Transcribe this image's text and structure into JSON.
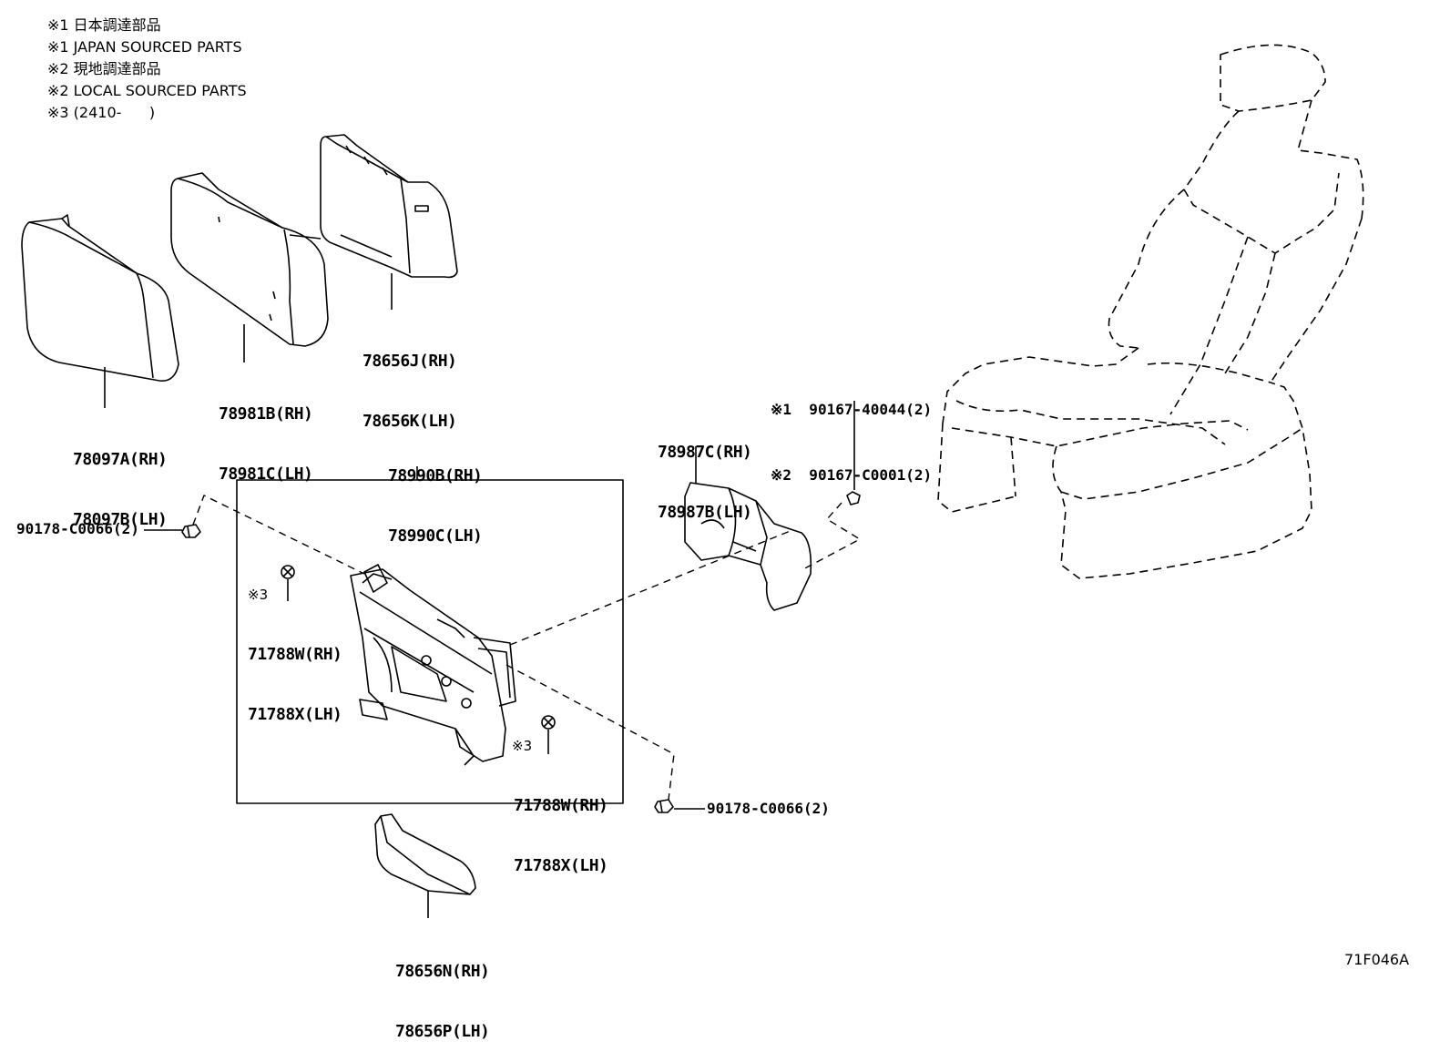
{
  "notes": [
    "※1 日本調達部品",
    "※1 JAPAN SOURCED PARTS",
    "※2 現地調達部品",
    "※2 LOCAL SOURCED PARTS",
    "※3 (2410-      )"
  ],
  "parts": {
    "p78097": [
      "78097A(RH)",
      "78097B(LH)"
    ],
    "p78981": [
      "78981B(RH)",
      "78981C(LH)"
    ],
    "p78656jk": [
      "78656J(RH)",
      "78656K(LH)"
    ],
    "p78990": [
      "78990B(RH)",
      "78990C(LH)"
    ],
    "p78987": [
      "78987C(RH)",
      "78987B(LH)"
    ],
    "p90167": [
      "※1  90167-40044(2)",
      "※2  90167-C0001(2)"
    ],
    "p90178_left": "90178-C0066(2)",
    "p90178_right": "90178-C0066(2)",
    "p71788_upper": [
      "71788W(RH)",
      "71788X(LH)"
    ],
    "p71788_lower": [
      "71788W(RH)",
      "71788X(LH)"
    ],
    "p78656np": [
      "78656N(RH)",
      "78656P(LH)"
    ],
    "mark3": "※3"
  },
  "figure_code": "71F046A"
}
